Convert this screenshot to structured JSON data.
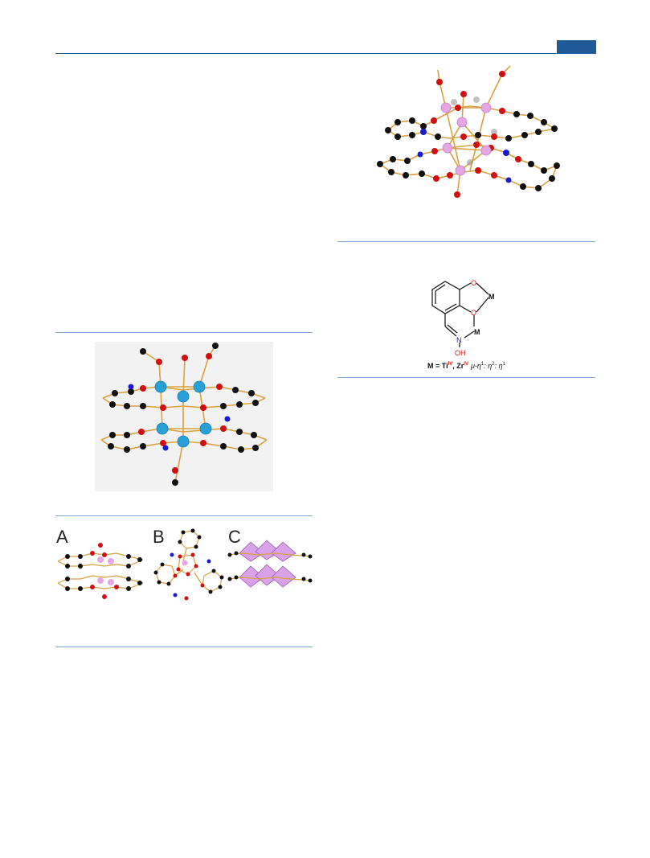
{
  "header": {
    "accent_color": "#1f5a96"
  },
  "figure_ab": {
    "panels": [
      {
        "label": "A"
      },
      {
        "label": "B"
      },
      {
        "label": "C"
      }
    ]
  },
  "scheme": {
    "atom_O1": "O",
    "atom_O2": "O",
    "atom_M1": "M",
    "atom_M2": "M",
    "atom_N": "N",
    "atom_OH": "OH",
    "legend": {
      "prefix": "M = Ti",
      "ti_sup": "IV",
      "sep": ", Zr",
      "zr_sup": "IV",
      "mode": "μ-η",
      "mode_sup1": "1",
      "mode_mid": ": η",
      "mode_sup2": "2",
      "mode_mid2": ": η",
      "mode_sup3": "1"
    }
  },
  "colors": {
    "carbon": "#111111",
    "oxygen": "#d01010",
    "nitrogen": "#1a1ad0",
    "hydrogen": "#f2d9b0",
    "metal_ti": "#e6a6e6",
    "metal_zr": "#2aa0d8",
    "bond": "#d9a040",
    "red_text": "#d01010"
  }
}
